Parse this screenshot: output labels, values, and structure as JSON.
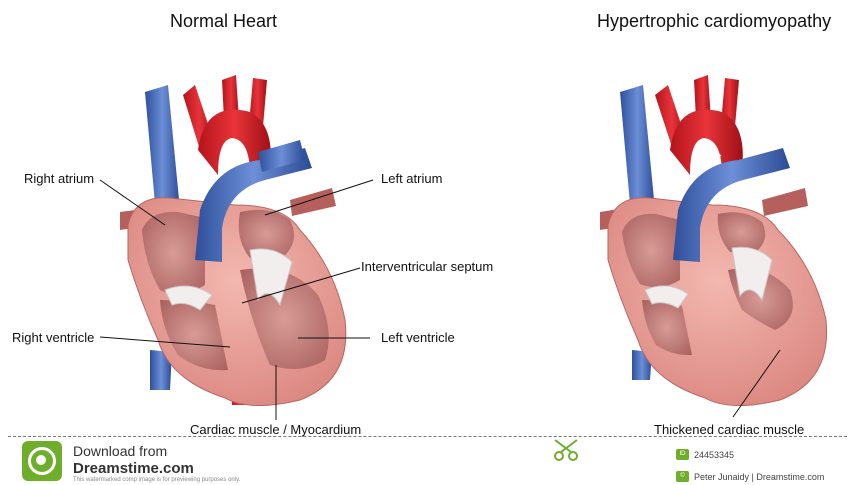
{
  "titles": {
    "left": "Normal Heart",
    "right": "Hypertrophic cardiomyopathy"
  },
  "labels": {
    "right_atrium": "Right atrium",
    "left_atrium": "Left atrium",
    "interventricular_septum": "Interventricular septum",
    "right_ventricle": "Right ventricle",
    "left_ventricle": "Left ventricle",
    "cardiac_muscle": "Cardiac muscle / Myocardium",
    "thickened": "Thickened  cardiac muscle"
  },
  "footer": {
    "download_from": "Download from",
    "brand": "Dreamstime.com",
    "note": "This watermarked comp image is for previewing purposes only.",
    "id_badge": "ID",
    "image_id": "24453345",
    "credit_badge": "©",
    "credit": "Peter Junaidy | Dreamstime.com"
  },
  "colors": {
    "vein_blue": "#4f73c0",
    "artery_red": "#d8262b",
    "myocardium": "#e8a09a",
    "chamber": "#c47a78",
    "brand_green": "#6fae2b"
  }
}
